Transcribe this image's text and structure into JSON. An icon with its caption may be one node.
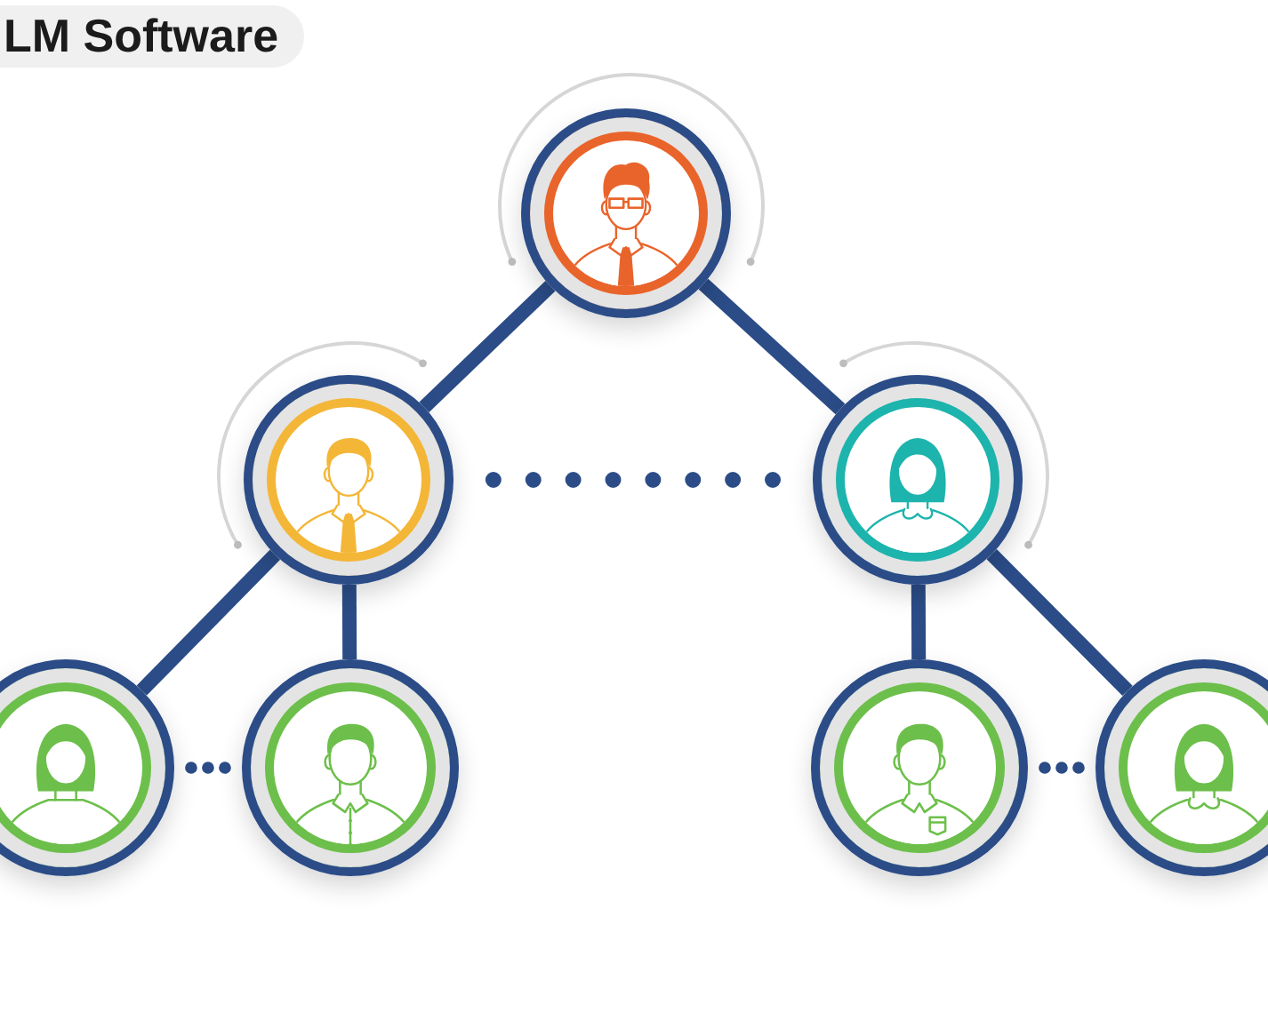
{
  "diagram": {
    "title": "LM Software",
    "nodes": [
      {
        "text": [],
        "shape": "person"
      },
      {
        "text": [],
        "shape": "person"
      },
      {
        "text": [],
        "shape": "person"
      },
      {
        "text": [],
        "shape": "person"
      },
      {
        "text": [],
        "shape": "person"
      },
      {
        "text": [],
        "shape": "person"
      },
      {
        "text": [],
        "shape": "person"
      }
    ],
    "edges": [
      {
        "from": 0,
        "to": 1,
        "arrow": "none"
      },
      {
        "from": 0,
        "to": 2,
        "arrow": "none"
      },
      {
        "from": 1,
        "to": 2,
        "arrow": "none",
        "style": "dashed"
      },
      {
        "from": 1,
        "to": 3,
        "arrow": "none"
      },
      {
        "from": 1,
        "to": 4,
        "arrow": "none"
      },
      {
        "from": 2,
        "to": 5,
        "arrow": "none"
      },
      {
        "from": 2,
        "to": 6,
        "arrow": "none"
      },
      {
        "from": 3,
        "to": 4,
        "arrow": "none",
        "style": "dashed"
      },
      {
        "from": 5,
        "to": 6,
        "arrow": "none",
        "style": "dashed"
      }
    ]
  }
}
